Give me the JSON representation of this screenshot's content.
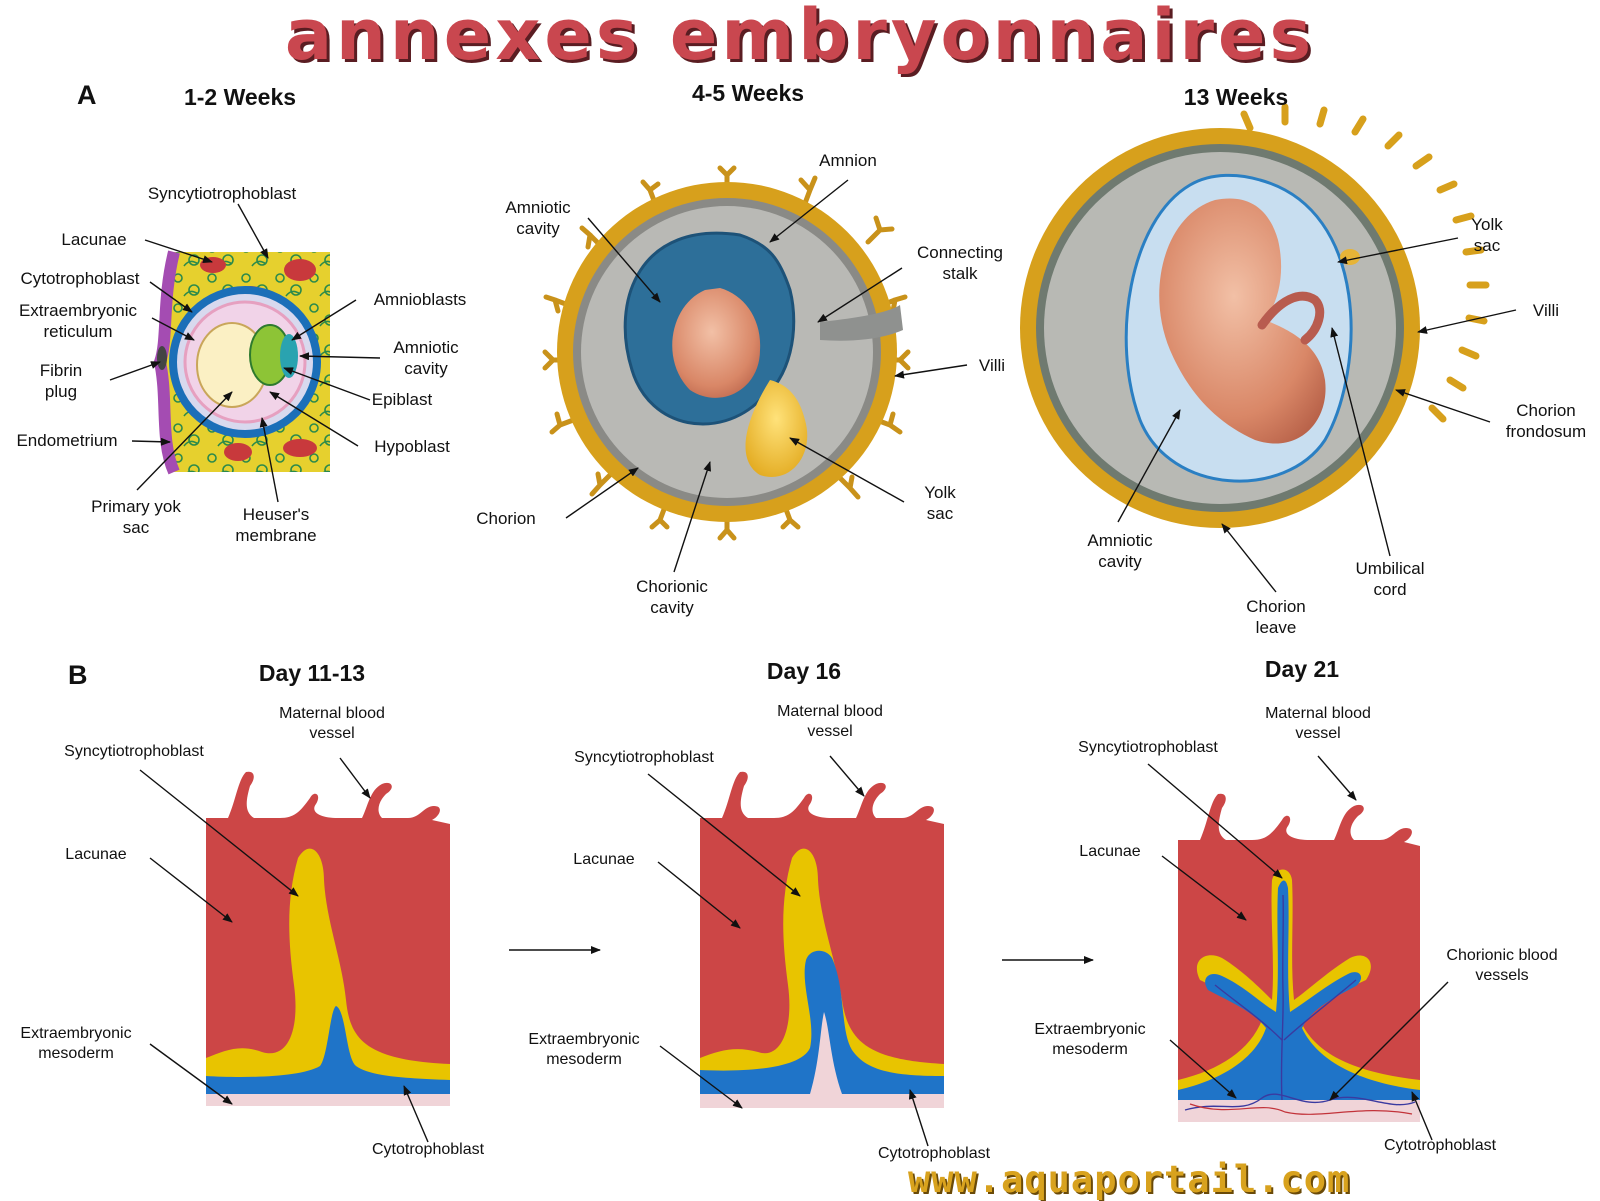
{
  "title": "annexes embryonnaires",
  "website": "www.aquaportail.com",
  "colors": {
    "maternal_red": "#cc4646",
    "syncytio_yellow": "#e8c400",
    "cyto_blue": "#1f74c8",
    "mesoderm_pink": "#f0d4d8",
    "chorion_gold": "#d7a01c",
    "title_red": "#c9474f"
  },
  "section_a": {
    "label": "A",
    "stages": [
      {
        "heading": "1-2 Weeks",
        "labels": [
          "Syncytiotrophoblast",
          "Lacunae",
          "Cytotrophoblast",
          "Extraembryonic reticulum",
          "Fibrin plug",
          "Endometrium",
          "Primary yok sac",
          "Heuser's membrane",
          "Amnioblasts",
          "Amniotic cavity",
          "Epiblast",
          "Hypoblast"
        ]
      },
      {
        "heading": "4-5 Weeks",
        "labels": [
          "Amnion",
          "Amniotic cavity",
          "Connecting stalk",
          "Villi",
          "Yolk sac",
          "Chorion",
          "Chorionic cavity"
        ]
      },
      {
        "heading": "13 Weeks",
        "labels": [
          "Yolk sac",
          "Villi",
          "Chorion frondosum",
          "Umbilical cord",
          "Chorion leave",
          "Amniotic cavity"
        ]
      }
    ]
  },
  "section_b": {
    "label": "B",
    "stages": [
      {
        "heading": "Day 11-13",
        "labels": [
          "Maternal blood vessel",
          "Syncytiotrophoblast",
          "Lacunae",
          "Extraembryonic mesoderm",
          "Cytotrophoblast"
        ]
      },
      {
        "heading": "Day 16",
        "labels": [
          "Maternal blood vessel",
          "Syncytiotrophoblast",
          "Lacunae",
          "Extraembryonic mesoderm",
          "Cytotrophoblast"
        ]
      },
      {
        "heading": "Day 21",
        "labels": [
          "Maternal blood vessel",
          "Syncytiotrophoblast",
          "Lacunae",
          "Chorionic blood vessels",
          "Extraembryonic mesoderm",
          "Cytotrophoblast"
        ]
      }
    ]
  }
}
